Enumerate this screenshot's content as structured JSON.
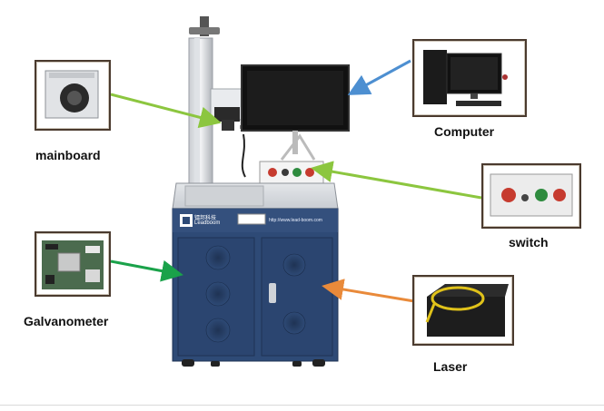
{
  "labels": {
    "mainboard": "mainboard",
    "computer": "Computer",
    "switch": "switch",
    "galvanometer": "Galvanometer",
    "laser": "Laser"
  },
  "machine": {
    "brand_cn": "镭邦科技",
    "brand_en": "Leadboom",
    "website": "http://www.lead-boom.com"
  },
  "colors": {
    "cabinet": "#2e4a76",
    "cabinet_dark": "#253d63",
    "arrow_green": "#8cc63f",
    "arrow_green_dark": "#1aa24a",
    "arrow_blue": "#4d8fd1",
    "arrow_orange": "#e98a3a",
    "frame": "#4a3a2e"
  }
}
